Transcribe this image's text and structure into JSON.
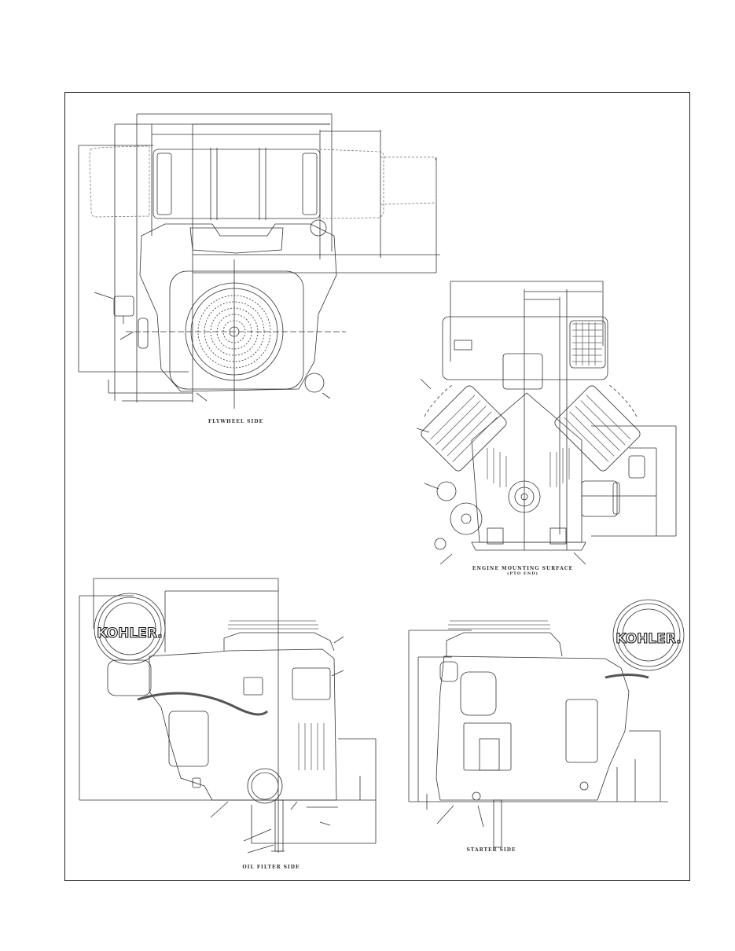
{
  "document": {
    "type": "engine dimension drawing",
    "brand": "KOHLER"
  },
  "views": [
    {
      "id": "flywheel",
      "label": "FLYWHEEL SIDE"
    },
    {
      "id": "mounting",
      "label": "ENGINE MOUNTING SURFACE",
      "sublabel": "(PTO END)"
    },
    {
      "id": "oil-filter",
      "label": "OIL FILTER SIDE"
    },
    {
      "id": "starter",
      "label": "STARTER SIDE"
    }
  ],
  "logos": {
    "air_cleaner_left": "KOHLER.",
    "air_cleaner_right": "KOHLER."
  },
  "colors": {
    "line": "#222222",
    "background": "#ffffff"
  }
}
